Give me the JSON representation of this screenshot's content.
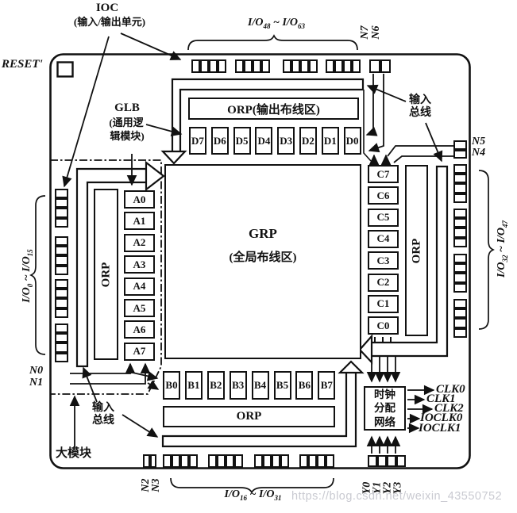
{
  "labels": {
    "reset": "RESET'",
    "ioc_title": "IOC",
    "ioc_sub": "(输入/输出单元)",
    "glb_title": "GLB",
    "glb_sub1": "(通用逻",
    "glb_sub2": "辑模块)",
    "orp_top": "ORP(输出布线区)",
    "orp": "ORP",
    "grp_title": "GRP",
    "grp_sub": "(全局布线区)",
    "clock_box": [
      "时钟",
      "分配",
      "网络"
    ],
    "input_bus": [
      "输入",
      "总线"
    ],
    "megablock": "大模块",
    "watermark": "https://blog.csdn.net/weixin_43550752"
  },
  "io_ranges": {
    "top": {
      "prefix": "I/O",
      "from": "48",
      "to": "63"
    },
    "left": {
      "prefix": "I/O",
      "from": "0",
      "to": "15"
    },
    "right": {
      "prefix": "I/O",
      "from": "32",
      "to": "47"
    },
    "bottom": {
      "prefix": "I/O",
      "from": "16",
      "to": "31"
    }
  },
  "dedicated_inputs": {
    "top": [
      "N7",
      "N6"
    ],
    "right": [
      "N5",
      "N4"
    ],
    "left": [
      "N0",
      "N1"
    ],
    "bottom": [
      "N2",
      "N3"
    ]
  },
  "clock": {
    "inputs": [
      "Y0",
      "Y1",
      "Y2",
      "Y3"
    ],
    "outputs": [
      "CLK0",
      "CLK1",
      "CLK2",
      "IOCLK0",
      "IOCLK1"
    ]
  },
  "glb": {
    "a": [
      "A0",
      "A1",
      "A2",
      "A3",
      "A4",
      "A5",
      "A6",
      "A7"
    ],
    "b": [
      "B0",
      "B1",
      "B2",
      "B3",
      "B4",
      "B5",
      "B6",
      "B7"
    ],
    "c": [
      "C7",
      "C6",
      "C5",
      "C4",
      "C3",
      "C2",
      "C1",
      "C0"
    ],
    "d": [
      "D7",
      "D6",
      "D5",
      "D4",
      "D3",
      "D2",
      "D1",
      "D0"
    ]
  },
  "colors": {
    "ink": "#111111",
    "background": "#ffffff",
    "watermark": "#c9cad1"
  }
}
